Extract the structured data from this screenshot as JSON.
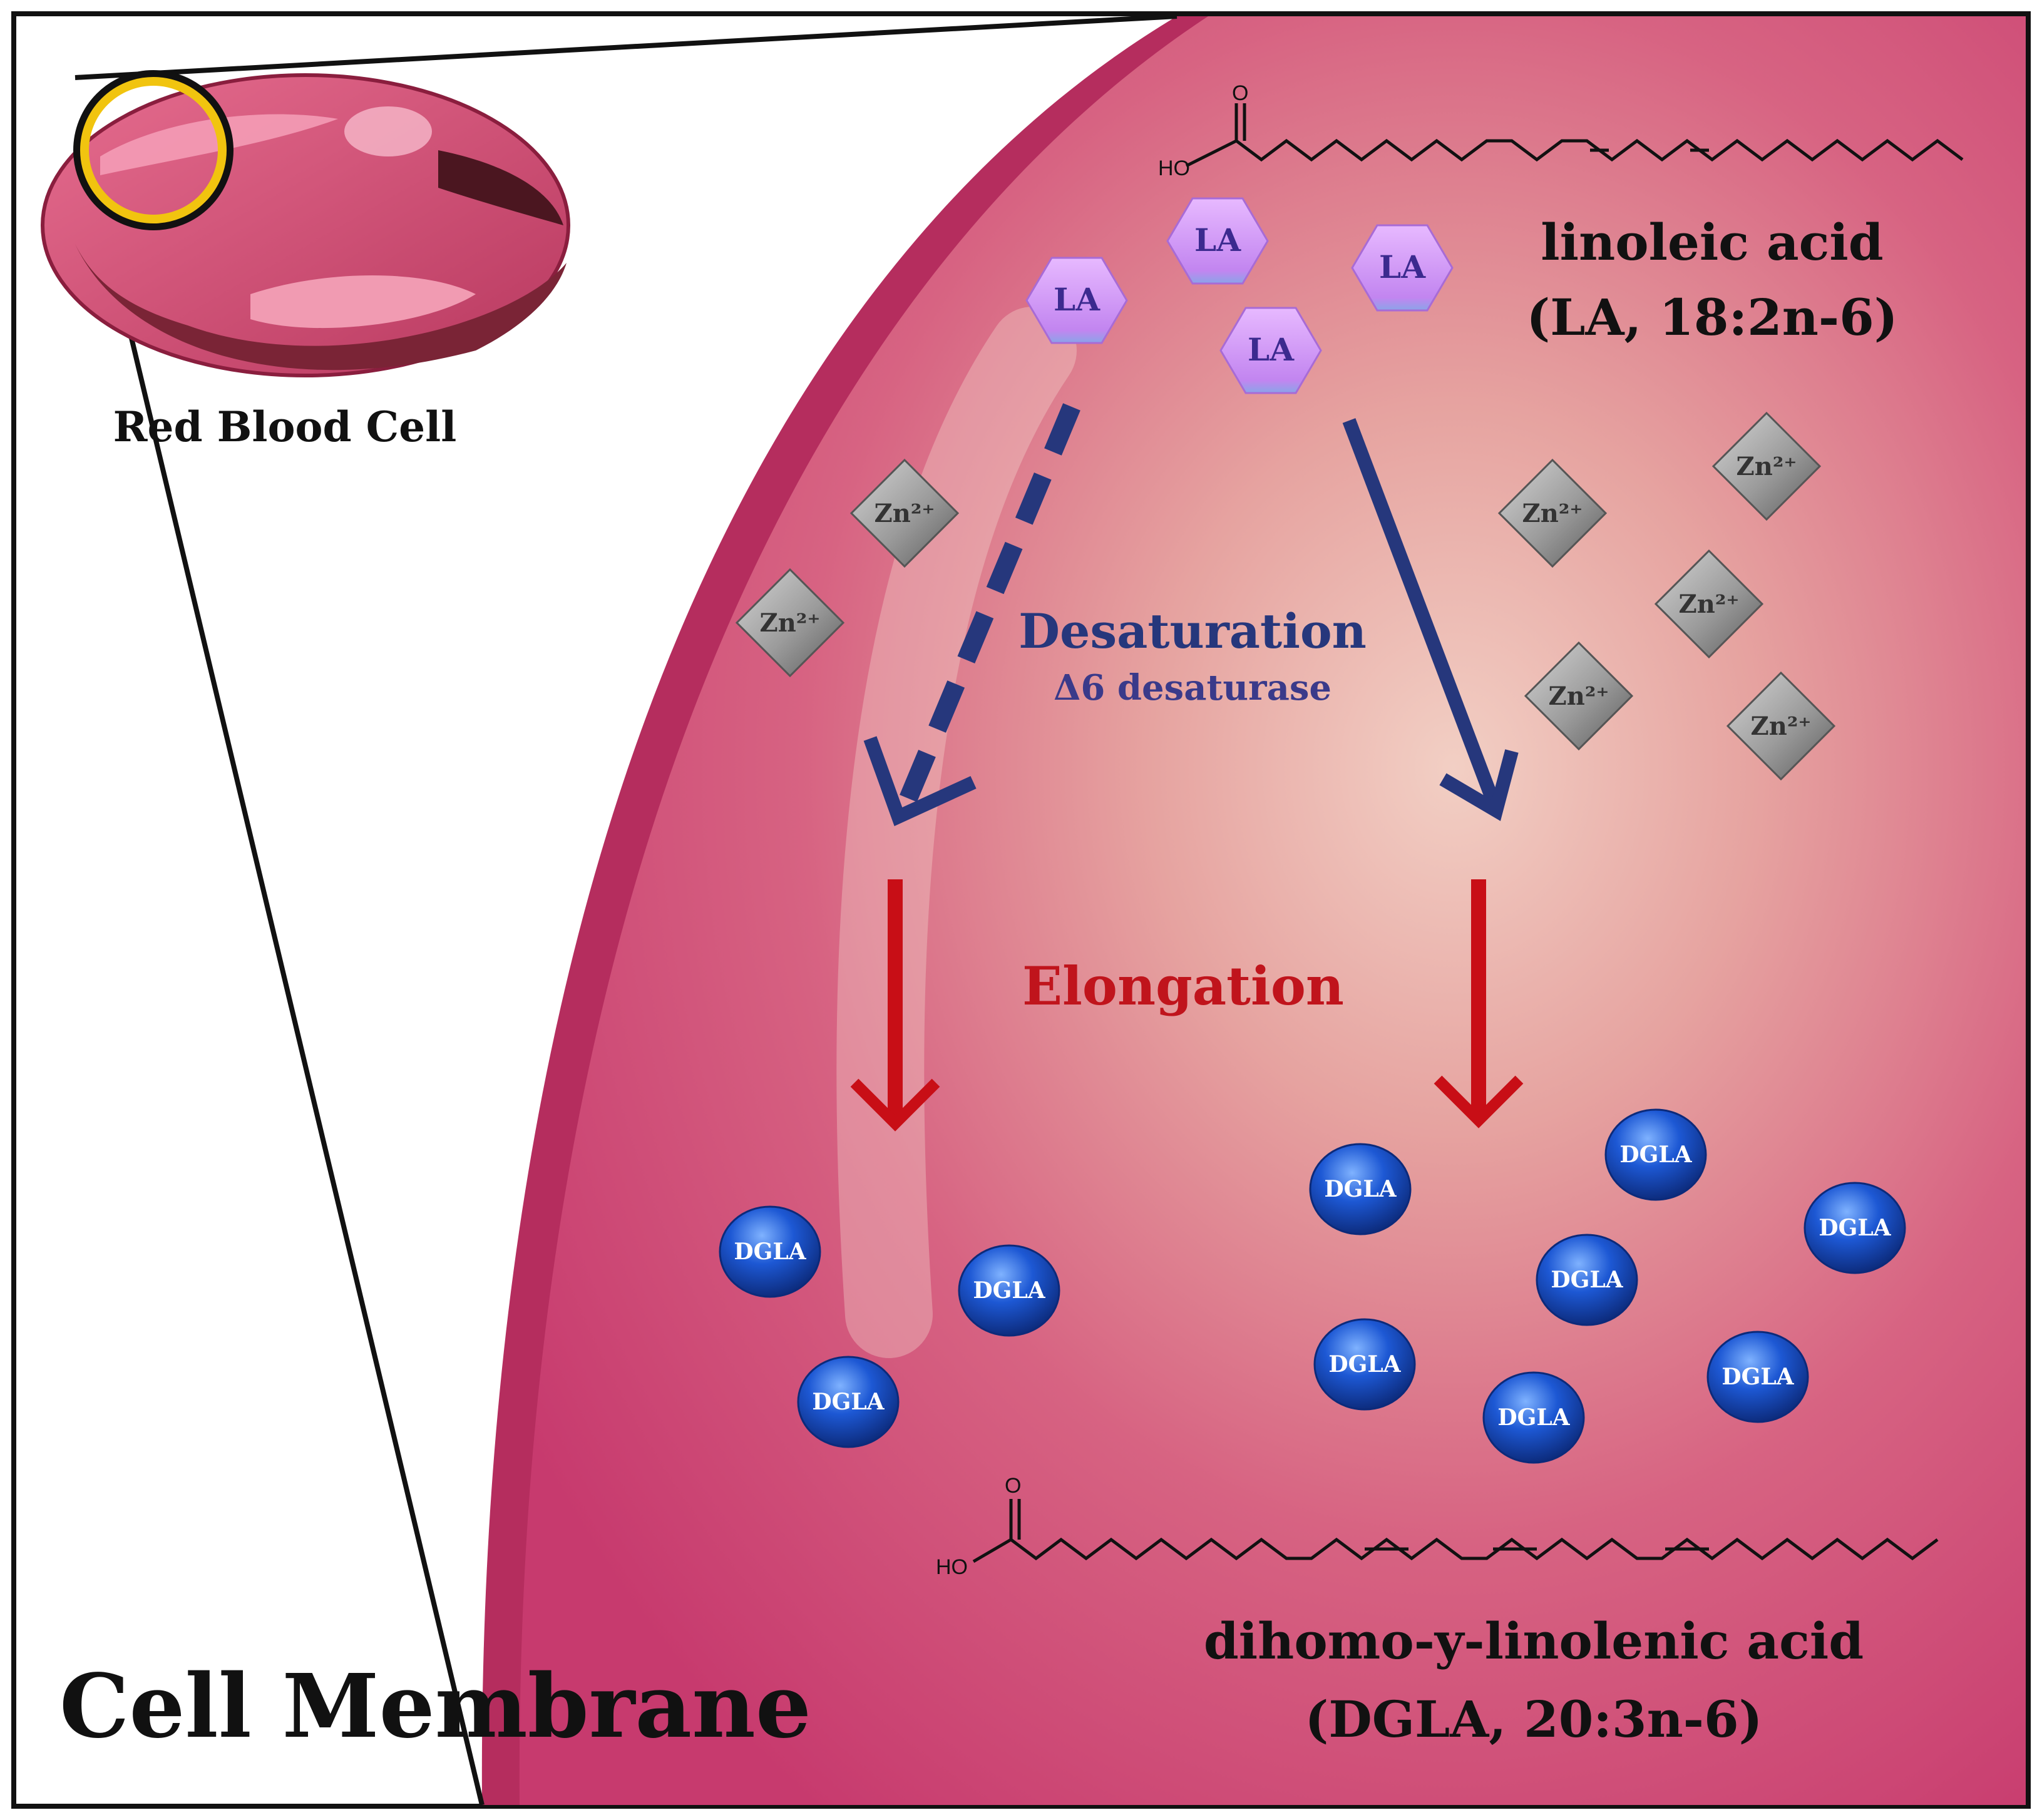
{
  "rbc": {
    "label": "Red Blood Cell"
  },
  "membrane": {
    "label": "Cell Membrane"
  },
  "la": {
    "name": "linoleic acid",
    "notation": "(LA, 18:2n-6)",
    "token": "LA",
    "ho_label": "HO",
    "o_label": "O"
  },
  "zinc": {
    "token": "Zn²⁺"
  },
  "desaturation": {
    "title": "Desaturation",
    "enzyme": "Δ6 desaturase"
  },
  "elongation": {
    "title": "Elongation"
  },
  "dgla": {
    "name": "dihomo-y-linolenic acid",
    "notation": "(DGLA, 20:3n-6)",
    "token": "DGLA",
    "ho_label": "HO",
    "o_label": "O"
  },
  "colors": {
    "membrane_outer": "#c23566",
    "membrane_light": "#e9a8a8",
    "arrow_blue": "#26377c",
    "arrow_red": "#c80e16",
    "la_hex": "#c98ef2",
    "zinc": "#9a9a9a",
    "dgla": "#1a4fbf",
    "ring": "#f1c40f"
  }
}
